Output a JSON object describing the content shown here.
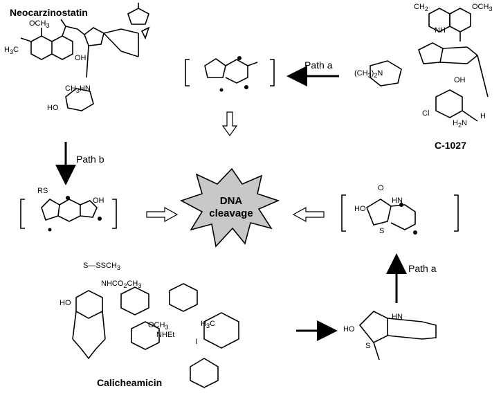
{
  "titles": {
    "neocarzinostatin": "Neocarzinostatin",
    "c1027": "C-1027",
    "calicheamicin": "Calicheamicin"
  },
  "center": {
    "line1": "DNA",
    "line2": "cleavage"
  },
  "paths": {
    "top_right": "Path a",
    "left_down": "Path b",
    "right_up": "Path a"
  },
  "atoms": {
    "ocH3_neo": "OCH",
    "h3c_neo": "H",
    "oh_neo": "OH",
    "ch3hn_neo": "CH",
    "ho_neo": "HO",
    "och3_c": "OCH",
    "ch2_c": "CH",
    "nh_c": "NH",
    "ch3_label_c": "(CH",
    "ho_c": "OH",
    "cl_c": "Cl",
    "h2n_c": "H",
    "h_c": "H",
    "rs_left": "RS",
    "oh_left": "OH",
    "o_right": "O",
    "hn_right": "HN",
    "ho_right": "HO",
    "s_right": "S",
    "sssch3": "S—SSCH",
    "nhco2ch3": "NHCO",
    "ho_cal": "HO",
    "och3_cal": "OCH",
    "nhet": "NHEt",
    "i_cal": "I",
    "h3c_cal": "H",
    "s_bottom": "S",
    "hn_bottom": "HN",
    "ho_bottom": "HO"
  },
  "colors": {
    "burst_fill": "#c8c8c8",
    "ink": "#000000",
    "hollow_arrow": "#ffffff"
  }
}
